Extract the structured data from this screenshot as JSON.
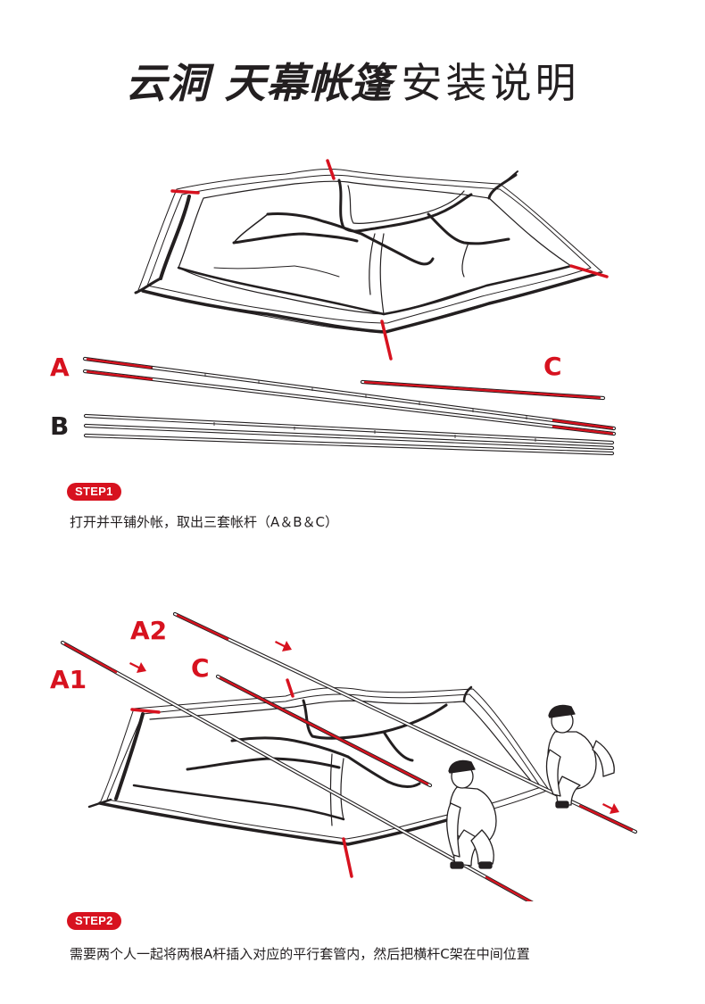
{
  "title": {
    "bold": "云洞 天幕帐篷",
    "light": "安装说明"
  },
  "step1": {
    "badge": "STEP1",
    "text": "打开并平铺外帐，取出三套帐杆（A＆B＆C）",
    "labels": {
      "a": "A",
      "b": "B",
      "c": "C"
    }
  },
  "step2": {
    "badge": "STEP2",
    "text": "需要两个人一起将两根A杆插入对应的平行套管内，然后把横杆C架在中间位置",
    "labels": {
      "a1": "A1",
      "a2": "A2",
      "c": "C"
    }
  },
  "colors": {
    "accent": "#d7121f",
    "ink": "#231f20",
    "pole": "#b7b7b7"
  }
}
